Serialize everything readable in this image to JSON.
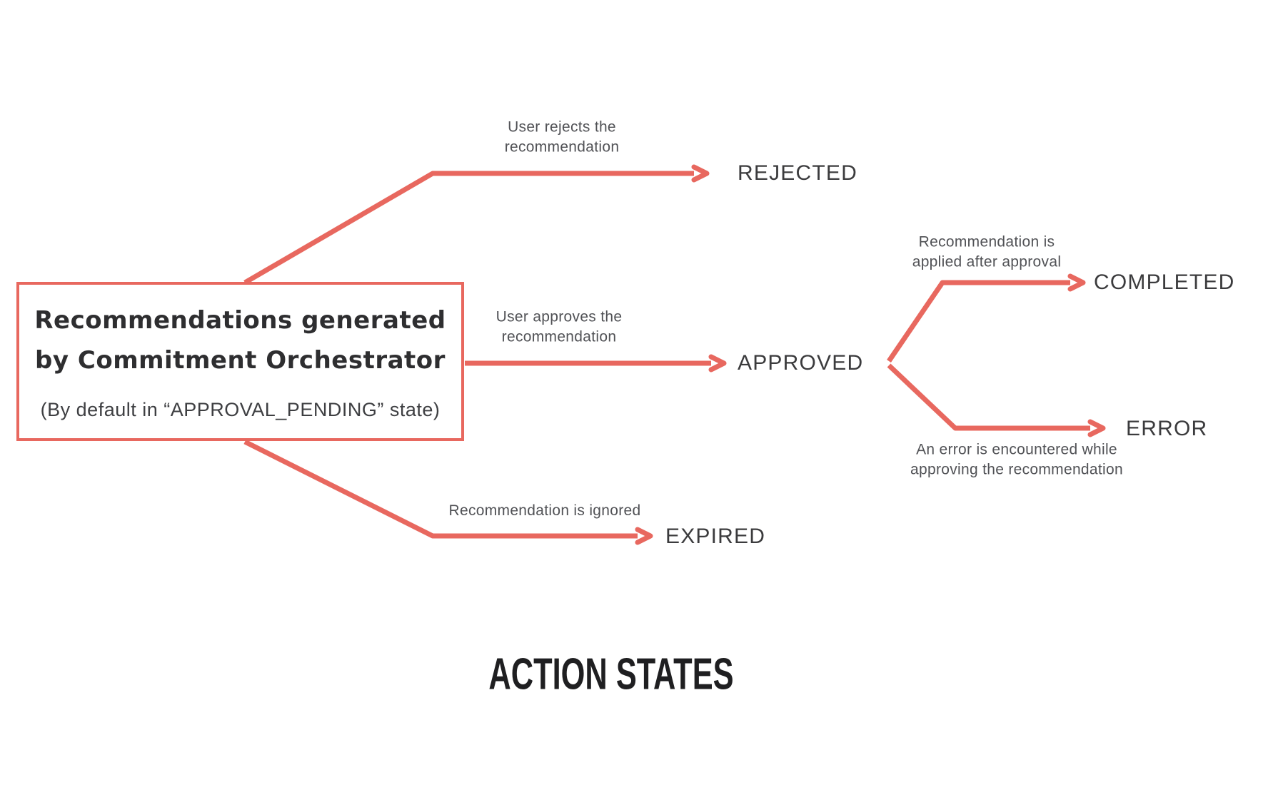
{
  "title": "ACTION STATES",
  "source_box": {
    "title_line1": "Recommendations generated",
    "title_line2": "by Commitment Orchestrator",
    "subtitle": "(By default in “APPROVAL_PENDING” state)"
  },
  "states": {
    "rejected": "REJECTED",
    "approved": "APPROVED",
    "completed": "COMPLETED",
    "error": "ERROR",
    "expired": "EXPIRED"
  },
  "labels": {
    "rejects_line1": "User rejects the",
    "rejects_line2": "recommendation",
    "approves_line1": "User approves the",
    "approves_line2": "recommendation",
    "completed_line1": "Recommendation is",
    "completed_line2": "applied after approval",
    "error_line1": "An error is encountered while",
    "error_line2": "approving the recommendation",
    "expired_line1": "Recommendation is ignored"
  },
  "colors": {
    "accent": "#E8685F",
    "state_text": "#3B3B3D",
    "label_text": "#515256",
    "box_title_text": "#2E2E30",
    "title_text": "#1F1F21",
    "bg": "#FFFFFF"
  }
}
